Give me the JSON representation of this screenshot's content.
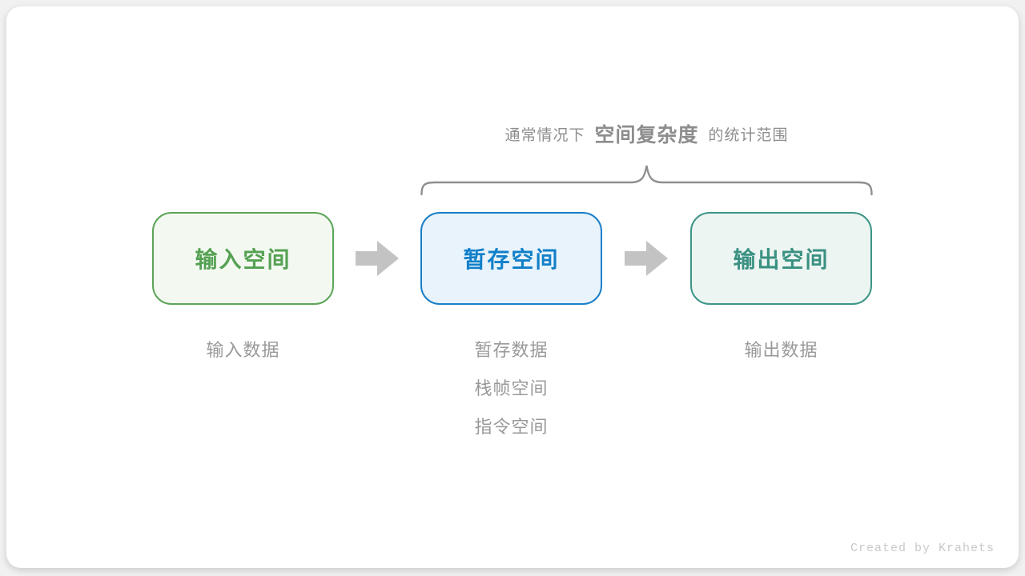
{
  "title": {
    "prefix": "通常情况下",
    "highlight": "空间复杂度",
    "suffix": "的统计范围"
  },
  "brace": {
    "icon": "curly-brace-top",
    "color": "#8f8f8f"
  },
  "boxes": [
    {
      "label": "输入空间",
      "border_color": "#5ca558",
      "bg_color": "#f3f9f1",
      "text_color": "#55a153",
      "sub_labels": [
        "输入数据"
      ]
    },
    {
      "label": "暂存空间",
      "border_color": "#1b7fc8",
      "bg_color": "#e8f3fb",
      "text_color": "#1180c9",
      "sub_labels": [
        "暂存数据",
        "栈帧空间",
        "指令空间"
      ]
    },
    {
      "label": "输出空间",
      "border_color": "#3d9687",
      "bg_color": "#edf5f2",
      "text_color": "#3a9182",
      "sub_labels": [
        "输出数据"
      ]
    }
  ],
  "arrows": {
    "icon": "right-block-arrow",
    "color": "#c3c3c3"
  },
  "credit": "Created by Krahets"
}
